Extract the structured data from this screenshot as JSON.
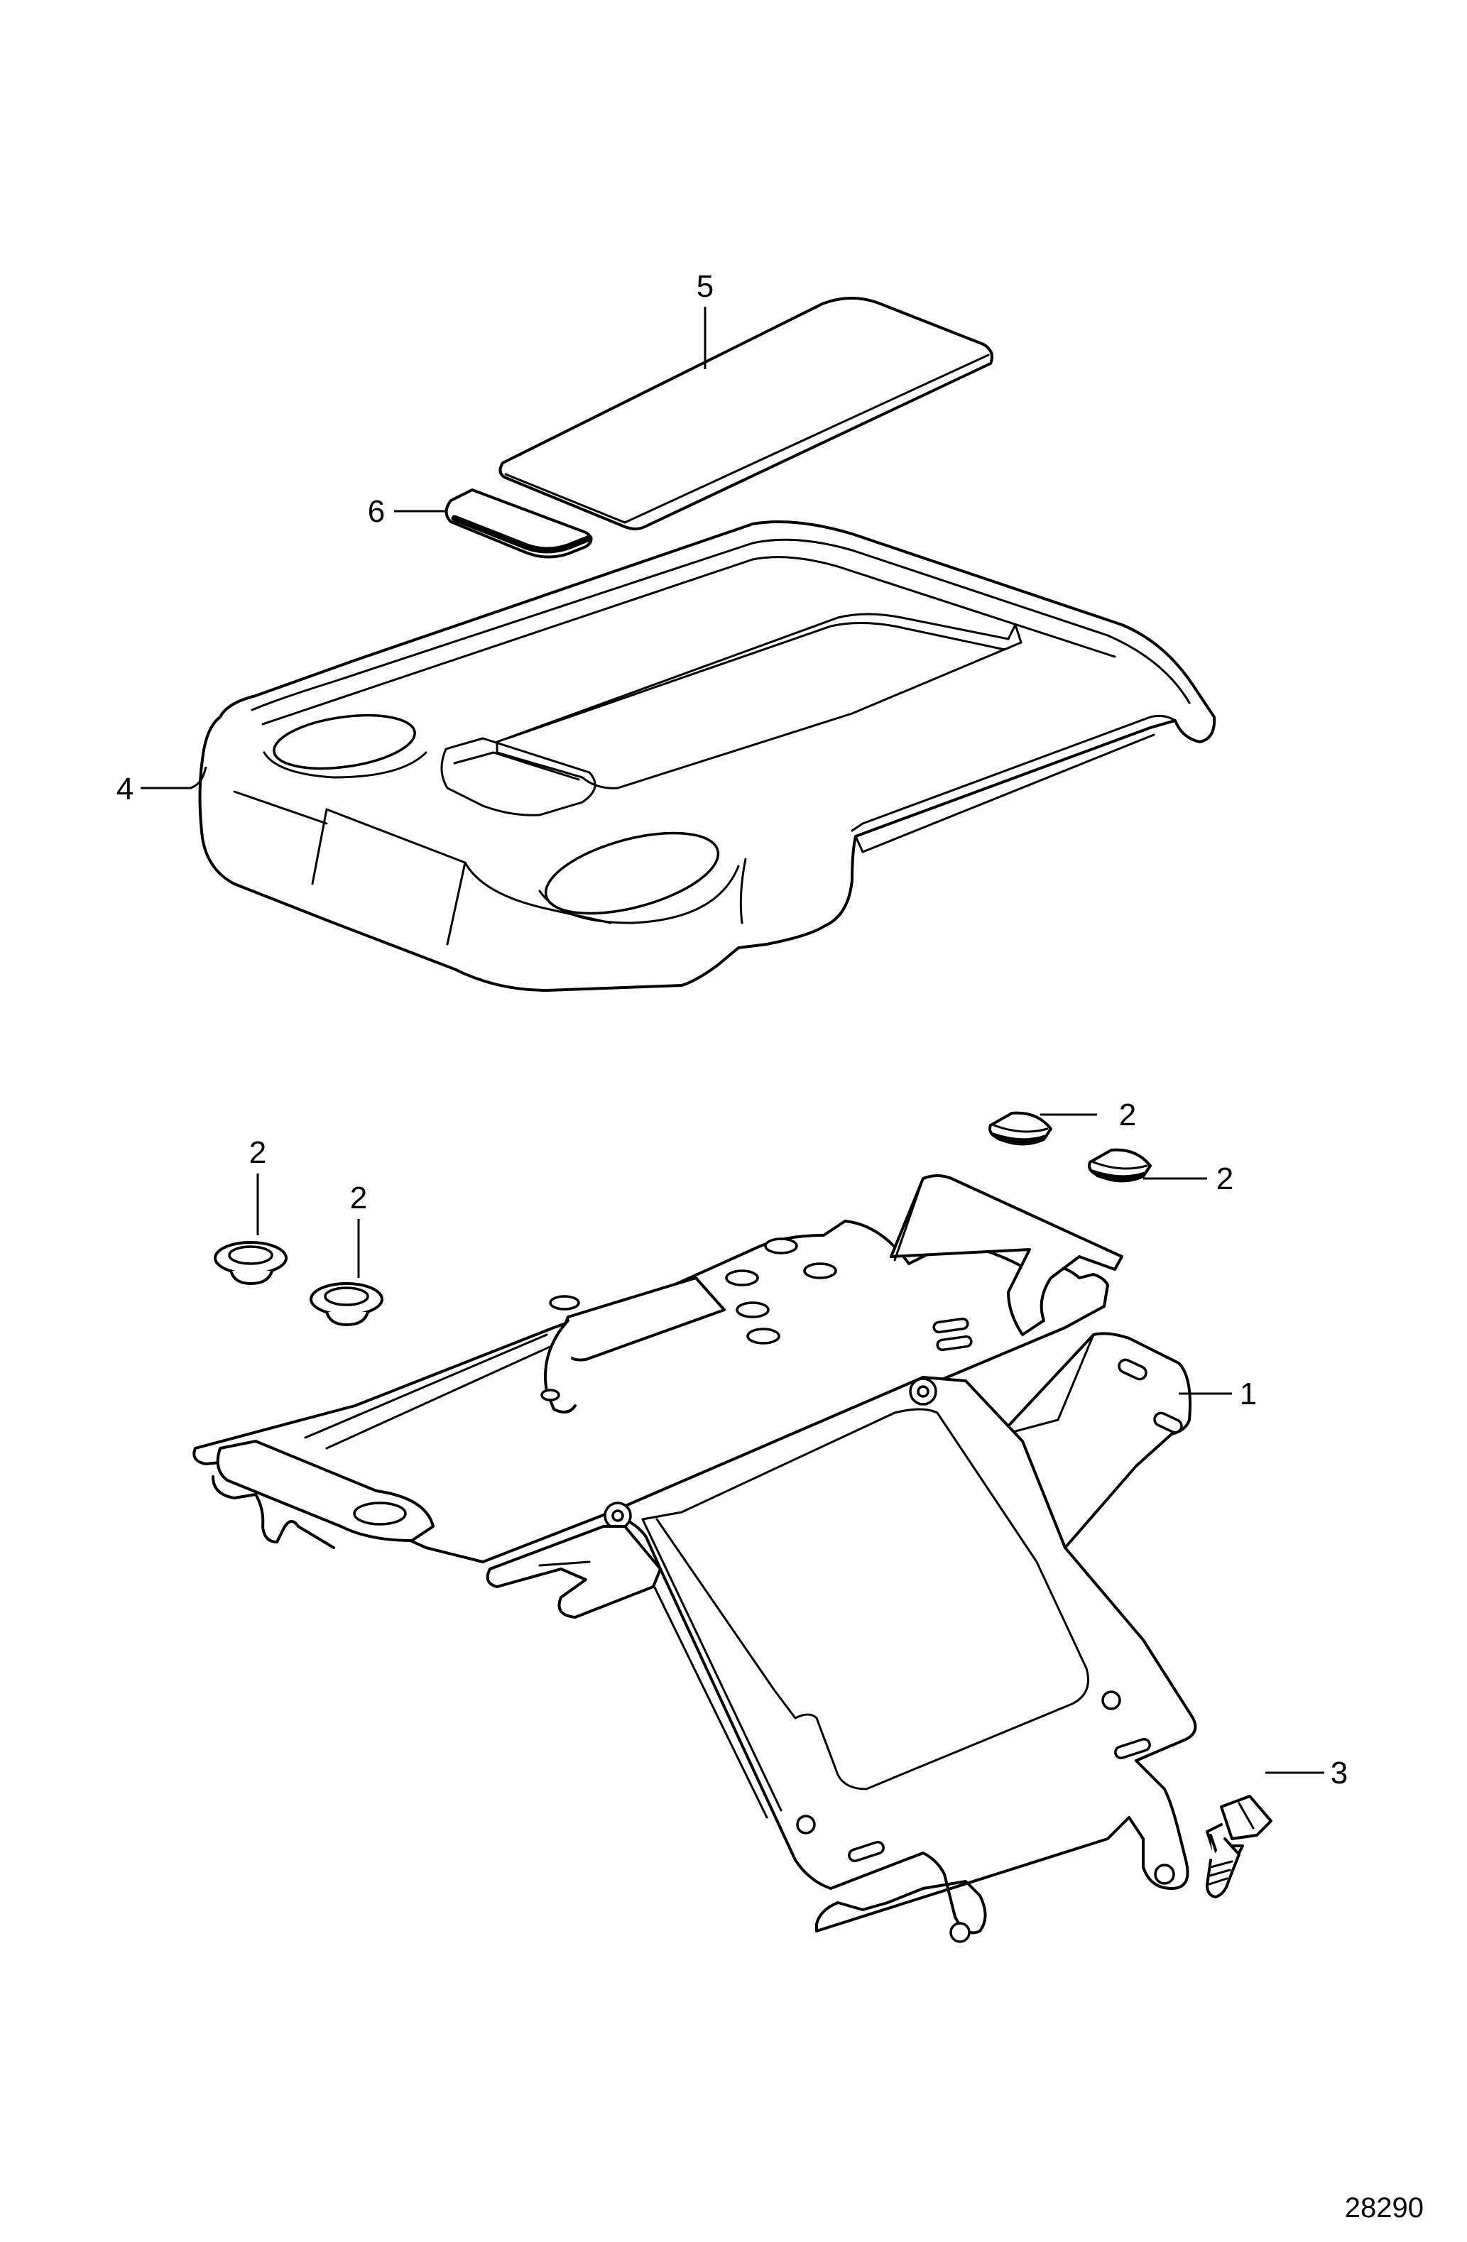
{
  "figure_number": "28290",
  "callouts": {
    "c5": "5",
    "c6": "6",
    "c4": "4",
    "c2a": "2",
    "c2b": "2",
    "c2c": "2",
    "c2d": "2",
    "c1": "1",
    "c3": "3"
  }
}
